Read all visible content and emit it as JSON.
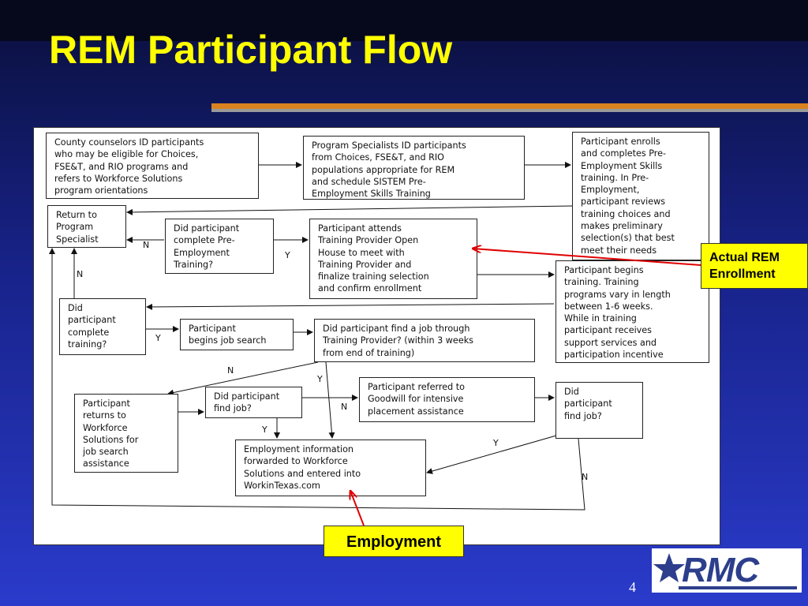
{
  "title": "REM Participant Flow",
  "boxes": {
    "county_counselors": "County counselors ID participants\nwho may be eligible for Choices,\nFSE&T, and RIO programs and\nrefers to Workforce Solutions\nprogram orientations",
    "program_specialists": "Program Specialists ID participants\nfrom Choices, FSE&T, and RIO\npopulations appropriate for REM\nand schedule SISTEM Pre-\nEmployment Skills Training",
    "participant_enrolls": "Participant enrolls\nand completes Pre-\nEmployment Skills\ntraining.  In Pre-\nEmployment,\nparticipant reviews\ntraining choices and\nmakes preliminary\nselection(s) that best\nmeet their needs",
    "return_to_specialist": "Return to\nProgram\nSpecialist",
    "did_complete_pre": "Did participant\ncomplete Pre-\nEmployment\nTraining?",
    "attends_open_house": "Participant attends\nTraining Provider Open\nHouse to meet with\nTraining Provider and\nfinalize training selection\nand confirm enrollment",
    "begins_training": "Participant begins\ntraining.  Training\nprograms vary in length\nbetween 1-6 weeks.\nWhile in training\nparticipant receives\nsupport services and\nparticipation incentive",
    "did_complete_training": "Did\nparticipant\ncomplete\ntraining?",
    "begins_job_search": "Participant\nbegins job search",
    "find_job_through_provider": "Did participant find a job through\nTraining Provider? (within 3 weeks\nfrom end of training)",
    "returns_to_workforce": "Participant\nreturns to\nWorkforce\nSolutions for\njob search\nassistance",
    "did_find_job_1": "Did participant\nfind job?",
    "referred_goodwill": "Participant referred to\nGoodwill for intensive\nplacement assistance",
    "did_find_job_2": "Did\nparticipant\nfind job?",
    "employment_info": "Employment information\nforwarded to Workforce\nSolutions and entered into\nWorkinTexas.com"
  },
  "edge_labels": {
    "n": "N",
    "y": "Y"
  },
  "callouts": {
    "actual_rem": "Actual REM\nEnrollment",
    "employment": "Employment"
  },
  "logo_text": "RMC",
  "page_number": "4",
  "colors": {
    "title": "#ffff00",
    "callout_bg": "#ffff00",
    "accent_bar": "#d9821f",
    "callout_arrow": "#e00000",
    "logo_blue": "#2c3e8c"
  }
}
